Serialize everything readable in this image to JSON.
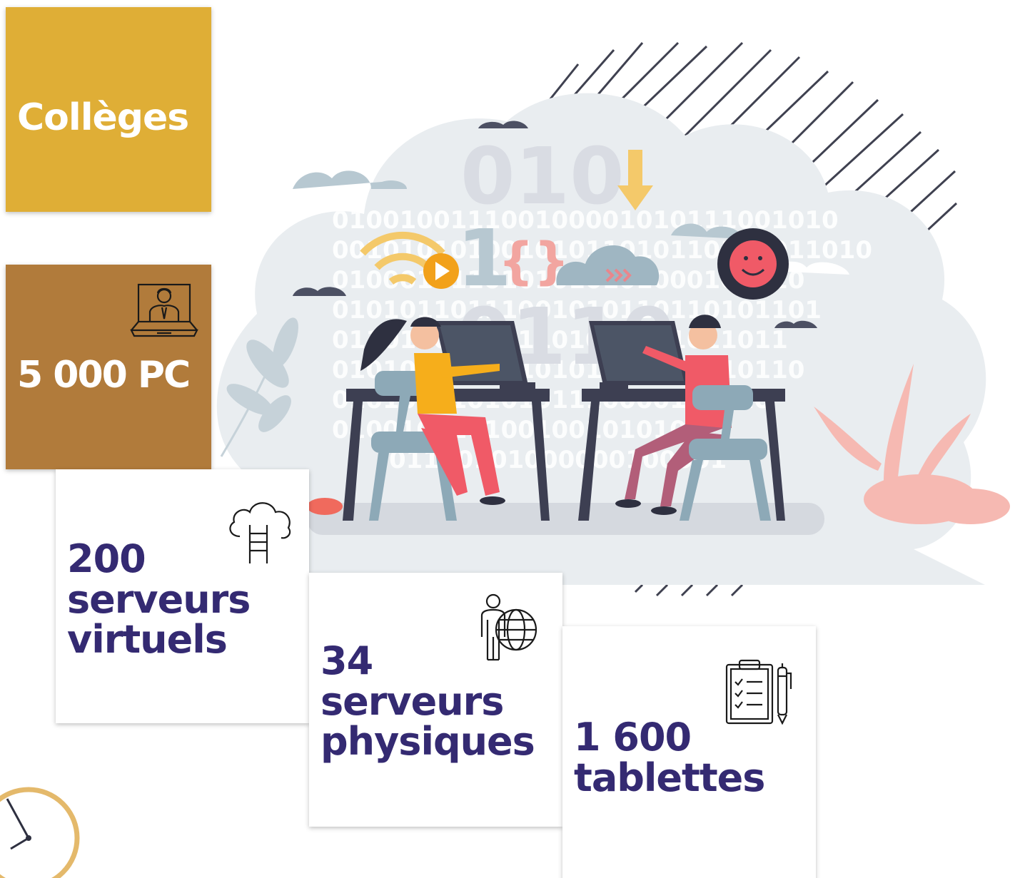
{
  "cards": {
    "colleges": {
      "label": "Collèges"
    },
    "pcs": {
      "label": "5 000 PC",
      "icon": "laptop-user-icon"
    },
    "virtual_servers": {
      "line1": "200",
      "line2": "serveurs",
      "line3": "virtuels",
      "icon": "cloud-ladder-icon"
    },
    "physical_servers": {
      "line1": "34",
      "line2": "serveurs",
      "line3": "physiques",
      "icon": "user-globe-icon"
    },
    "tablets": {
      "line1": "1 600",
      "line2": "tablettes",
      "icon": "clipboard-checklist-icon"
    }
  },
  "illustration": {
    "binary_top": "010",
    "binary_mid": "1",
    "binary_bottom": "0110",
    "binary_rows": [
      "010010011100100001010111001010",
      "00101010100101011010110101011010",
      "0100010110101010101000101010",
      "01010110111001010110110101101",
      "011011010001101010101011011",
      "0101010101010101001010110110",
      "01010101010101110000111010",
      "0100101101001001010101",
      "01110101000000100001"
    ]
  },
  "colors": {
    "gold": "#dfae36",
    "brown": "#b17b3b",
    "navy": "#342a72",
    "cloud": "#e9edf0"
  }
}
